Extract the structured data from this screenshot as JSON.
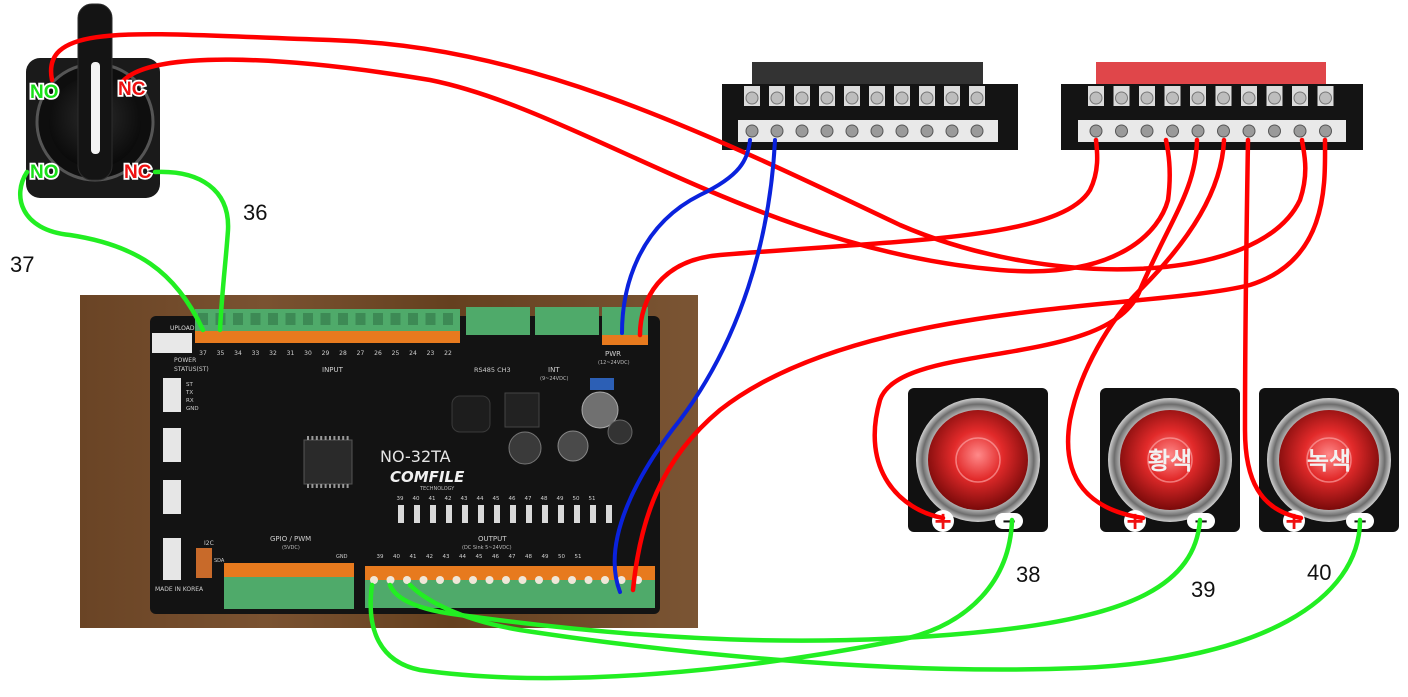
{
  "selector_switch": {
    "top_left": "NO",
    "top_right": "NC",
    "bottom_left": "NO",
    "bottom_right": "NC"
  },
  "wire_labels": {
    "w36": "36",
    "w37": "37",
    "w38": "38",
    "w39": "39",
    "w40": "40"
  },
  "board": {
    "model": "NO-32TA",
    "brand": "COMFILE",
    "brand_sub": "TECHNOLOGY",
    "upload": "UPLOAD",
    "input_label": "INPUT",
    "rs485_label": "RS485 CH3",
    "int_label": "INT",
    "int_sub": "(9~24VDC)",
    "pwr_label": "PWR",
    "pwr_sub": "(12~24VDC)",
    "gpio_label": "GPIO / PWM",
    "gpio_sub": "(5VDC)",
    "output_label": "OUTPUT",
    "output_sub": "(DC Sink 5~24VDC)",
    "made_in": "MADE IN KOREA",
    "power_led": "POWER",
    "status_led": "STATUS(ST)",
    "uart_pins": [
      "ST",
      "TX",
      "RX",
      "GND"
    ],
    "i2c_label": "I2C",
    "sda_label": "SDA",
    "gnd_label": "GND",
    "input_numbers": [
      "37",
      "35",
      "34",
      "33",
      "32",
      "31",
      "30",
      "29",
      "28",
      "27",
      "26",
      "25",
      "24",
      "23",
      "22"
    ],
    "output_numbers": [
      "39",
      "40",
      "41",
      "42",
      "43",
      "44",
      "45",
      "46",
      "47",
      "48",
      "49",
      "50",
      "51"
    ]
  },
  "lamps": [
    {
      "id": "lamp-1",
      "text": "",
      "plus": "+",
      "minus": "−"
    },
    {
      "id": "lamp-2",
      "text": "황색",
      "plus": "+",
      "minus": "−"
    },
    {
      "id": "lamp-3",
      "text": "녹색",
      "plus": "+",
      "minus": "−"
    }
  ],
  "colors": {
    "wire_red": "#ff0000",
    "wire_green": "#22ee22",
    "wire_blue": "#0a22dd",
    "label_green": "#18e018",
    "label_red": "#ee1111",
    "pcb": "#141414",
    "terminal_green": "#4faa6a",
    "terminal_orange": "#e77a1e",
    "wood": "#6e4a2a"
  }
}
